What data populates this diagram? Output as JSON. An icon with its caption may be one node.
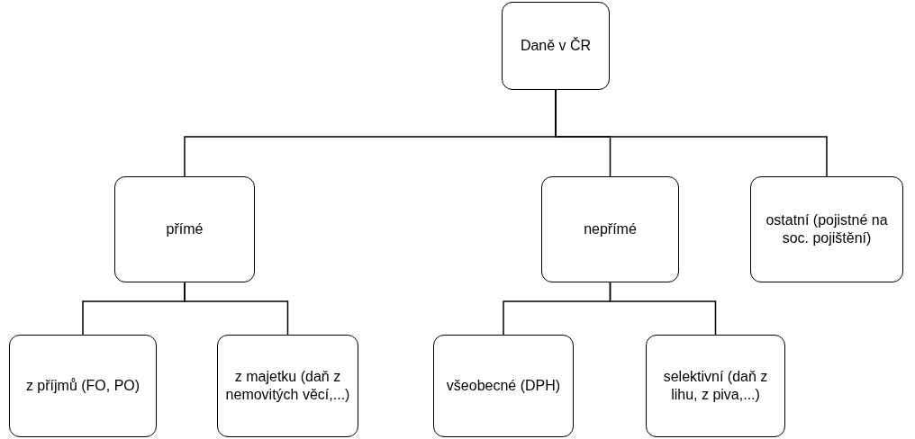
{
  "diagram": {
    "nodes": [
      {
        "text": [
          "Daně v ČR"
        ]
      },
      {
        "text": [
          "přímé"
        ]
      },
      {
        "text": [
          "nepřímé"
        ]
      },
      {
        "text": [
          "ostatní (pojistné na soc. pojištění)"
        ]
      },
      {
        "text": [
          "z příjmů (FO, PO)"
        ]
      },
      {
        "text": [
          "z majetku (daň z nemovitých věcí,...)"
        ]
      },
      {
        "text": [
          "všeobecné (DPH)"
        ]
      },
      {
        "text": [
          "selektivní (daň z lihu, z piva,...)"
        ]
      }
    ],
    "edges": [
      {
        "from": 0,
        "to": 1,
        "arrow": "none"
      },
      {
        "from": 0,
        "to": 2,
        "arrow": "none"
      },
      {
        "from": 0,
        "to": 3,
        "arrow": "none"
      },
      {
        "from": 1,
        "to": 4,
        "arrow": "none"
      },
      {
        "from": 1,
        "to": 5,
        "arrow": "none"
      },
      {
        "from": 2,
        "to": 6,
        "arrow": "none"
      },
      {
        "from": 2,
        "to": 7,
        "arrow": "none"
      }
    ]
  }
}
